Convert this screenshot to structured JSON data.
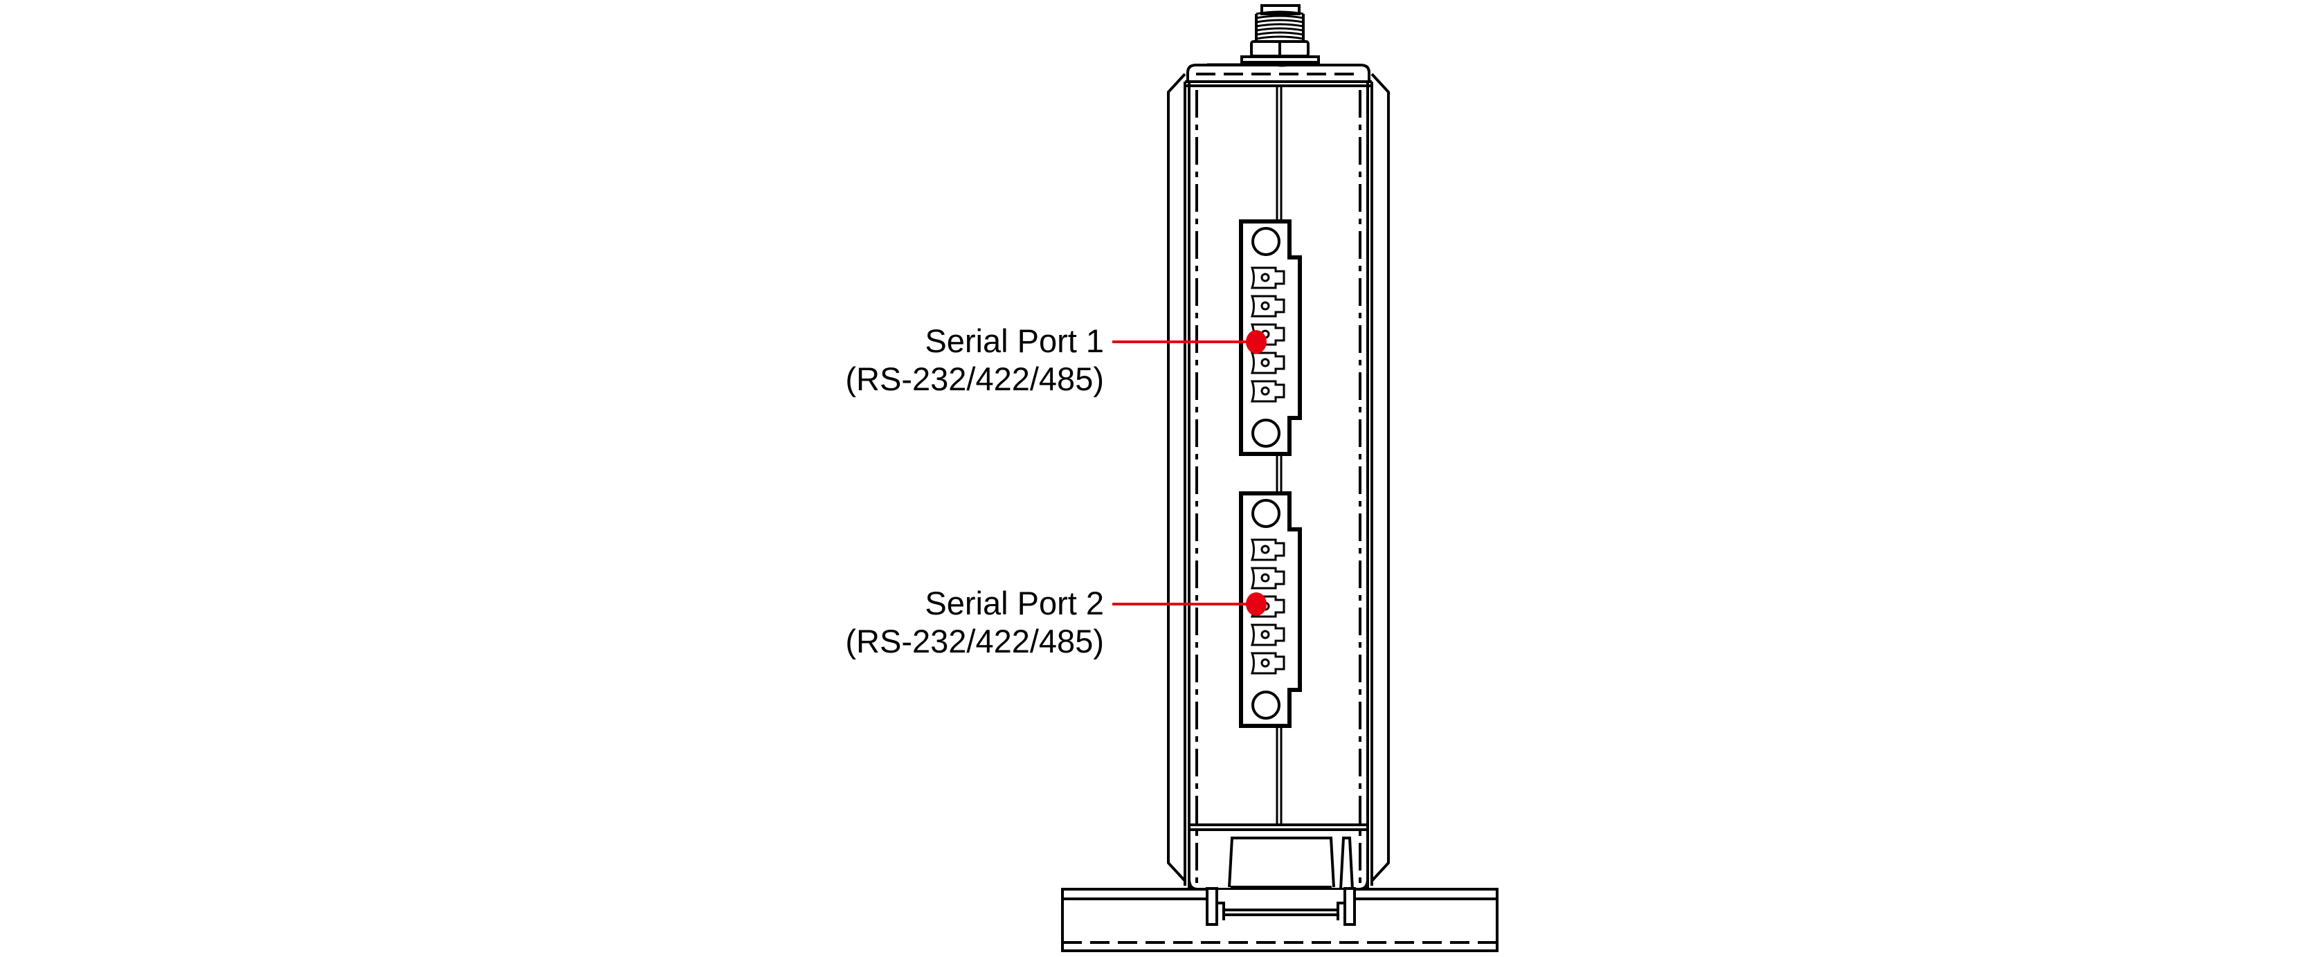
{
  "diagram": {
    "type": "device-front-view",
    "accent_color": "#e60012",
    "callouts": [
      {
        "id": "serial-port-1",
        "title": "Serial Port 1",
        "subtitle": "(RS-232/422/485)"
      },
      {
        "id": "serial-port-2",
        "title": "Serial Port 2",
        "subtitle": "(RS-232/422/485)"
      }
    ],
    "components": [
      {
        "name": "antenna-connector",
        "icon": "threaded-connector"
      },
      {
        "name": "terminal-block-1",
        "pins": 5
      },
      {
        "name": "terminal-block-2",
        "pins": 5
      },
      {
        "name": "din-rail",
        "icon": "din-rail-mount"
      }
    ]
  }
}
